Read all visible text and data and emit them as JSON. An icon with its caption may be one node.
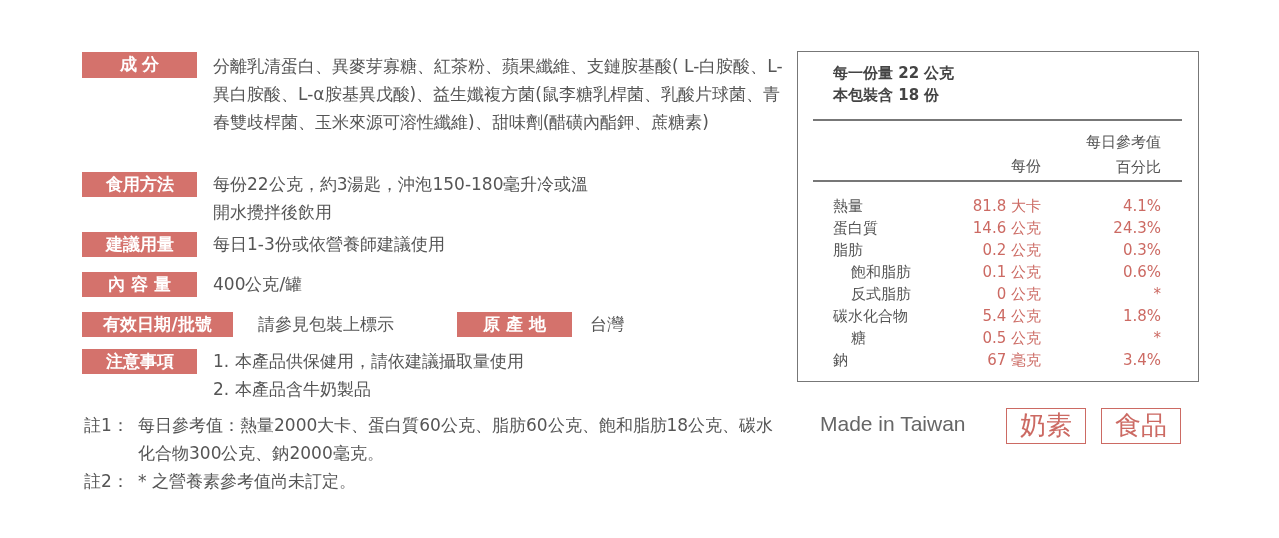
{
  "diagram": {
    "nodes": [
      {
        "text": [
          "成 分"
        ],
        "beside": [
          "分離乳清蛋白、異麥芽寡糖、紅茶粉、蘋果纖維、支鏈胺基酸( L-白胺酸、L-異白胺酸、L-α胺基異戊酸)、益生孅複方菌(鼠李糖乳桿菌、乳酸片球菌、青春雙歧桿菌、玉米來源可溶性纖維)、甜味劑(醋磺內酯鉀、蔗糖素)"
        ]
      },
      {
        "text": [
          "食用方法"
        ],
        "beside": [
          "每份22公克，約3湯匙，沖泡150-180毫升冷或溫開水攪拌後飲用"
        ]
      },
      {
        "text": [
          "建議用量"
        ],
        "beside": [
          "每日1-3份或依營養師建議使用"
        ]
      },
      {
        "text": [
          "內 容 量"
        ],
        "beside": [
          "400公克/罐"
        ]
      },
      {
        "text": [
          "有效日期/批號"
        ],
        "beside": [
          "請參見包裝上標示"
        ]
      },
      {
        "text": [
          "原 產 地"
        ],
        "beside": [
          "台灣"
        ]
      },
      {
        "text": [
          "注意事項"
        ],
        "beside": [
          "1. 本產品供保健用，請依建議攝取量使用",
          "2. 本產品含牛奶製品"
        ]
      },
      {
        "text": [
          "每一份量 22 公克",
          "本包裝含 18 份"
        ]
      },
      {
        "text": [
          "奶素"
        ]
      },
      {
        "text": [
          "食品"
        ]
      }
    ],
    "labels": [
      "每份",
      "每日參考值百分比",
      "熱量",
      "81.8 大卡",
      "4.1%",
      "蛋白質",
      "14.6 公克",
      "24.3%",
      "脂肪",
      "0.2 公克",
      "0.3%",
      "飽和脂肪",
      "0.1 公克",
      "0.6%",
      "反式脂肪",
      "0 公克",
      "*",
      "碳水化合物",
      "5.4 公克",
      "1.8%",
      "糖",
      "0.5 公克",
      "*",
      "鈉",
      "67 毫克",
      "3.4%",
      "註1：",
      "每日參考值：熱量2000大卡、蛋白質60公克、脂肪60公克、飽和脂肪18公克、碳水化合物300公克、鈉2000毫克。",
      "Made in Taiwan",
      "註2：",
      "* 之營養素參考值尚未訂定。"
    ]
  }
}
